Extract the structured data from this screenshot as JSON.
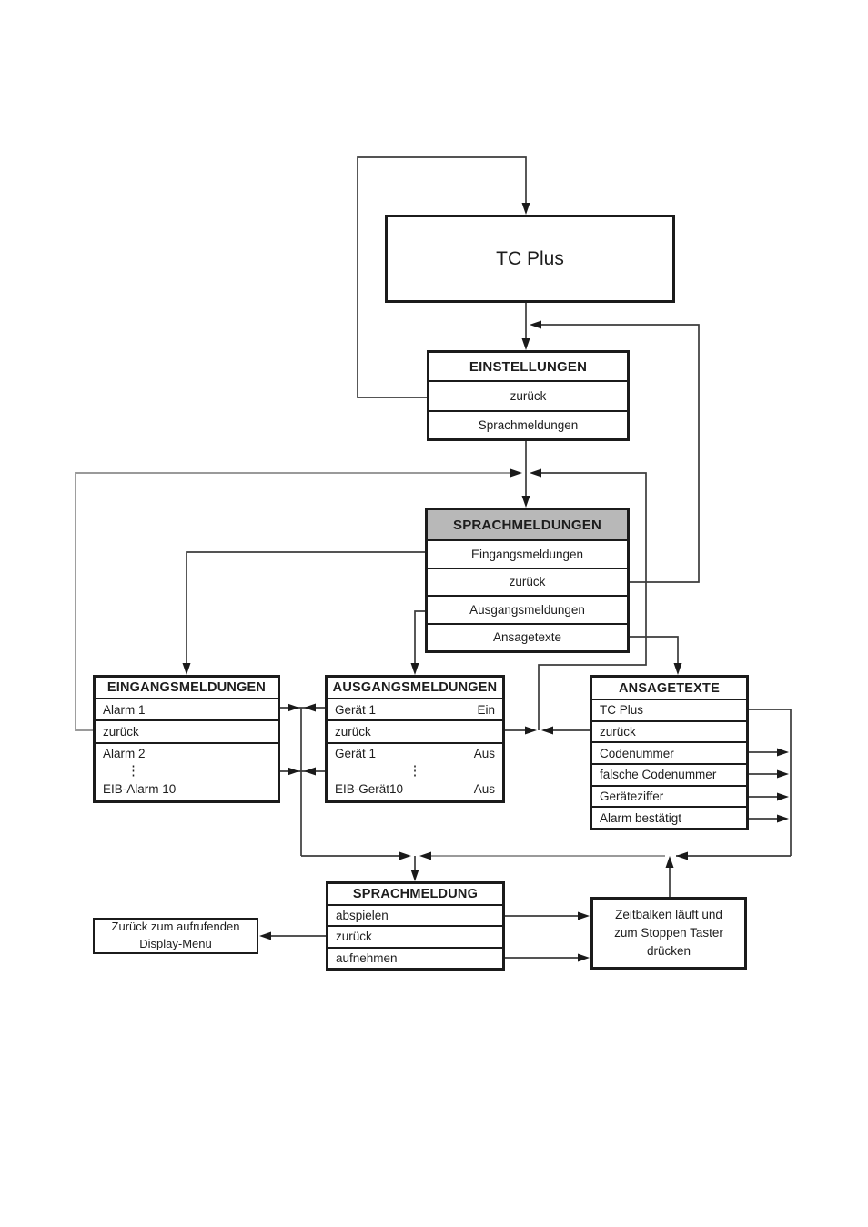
{
  "diagram": {
    "tc_plus": {
      "title": "TC Plus"
    },
    "einstellungen": {
      "title": "EINSTELLUNGEN",
      "rows": [
        "zurück",
        "Sprachmeldungen"
      ]
    },
    "sprachmeldungen": {
      "title": "SPRACHMELDUNGEN",
      "rows": [
        "Eingangsmeldungen",
        "zurück",
        "Ausgangsmeldungen",
        "Ansagetexte"
      ]
    },
    "eingangsmeldungen": {
      "title": "EINGANGSMELDUNGEN",
      "rows": [
        "Alarm 1",
        "zurück"
      ],
      "range": {
        "first": "Alarm 2",
        "ellipsis": "⋮",
        "last": "EIB-Alarm 10"
      }
    },
    "ausgangsmeldungen": {
      "title": "AUSGANGSMELDUNGEN",
      "rows": [
        {
          "label": "Gerät 1",
          "value": "Ein"
        },
        {
          "label": "zurück",
          "value": ""
        }
      ],
      "range": {
        "first": {
          "label": "Gerät 1",
          "value": "Aus"
        },
        "ellipsis": "⋮",
        "last": {
          "label": "EIB-Gerät10",
          "value": "Aus"
        }
      }
    },
    "ansagetexte": {
      "title": "ANSAGETEXTE",
      "rows": [
        "TC Plus",
        "zurück",
        "Codenummer",
        "falsche Codenummer",
        "Geräteziffer",
        "Alarm bestätigt"
      ]
    },
    "sprachmeldung": {
      "title": "SPRACHMELDUNG",
      "rows": [
        "abspielen",
        "zurück",
        "aufnehmen"
      ]
    },
    "zurueck_display": {
      "lines": [
        "Zurück zum aufrufenden",
        "Display-Menü"
      ]
    },
    "zeitbalken": {
      "lines": [
        "Zeitbalken läuft und",
        "zum Stoppen Taster",
        "drücken"
      ]
    },
    "colors": {
      "border": "#1b1b1b",
      "line_dark": "#3c3c3c",
      "line_gray": "#9a9a9a",
      "header_gray": "#b8b8b8"
    }
  }
}
